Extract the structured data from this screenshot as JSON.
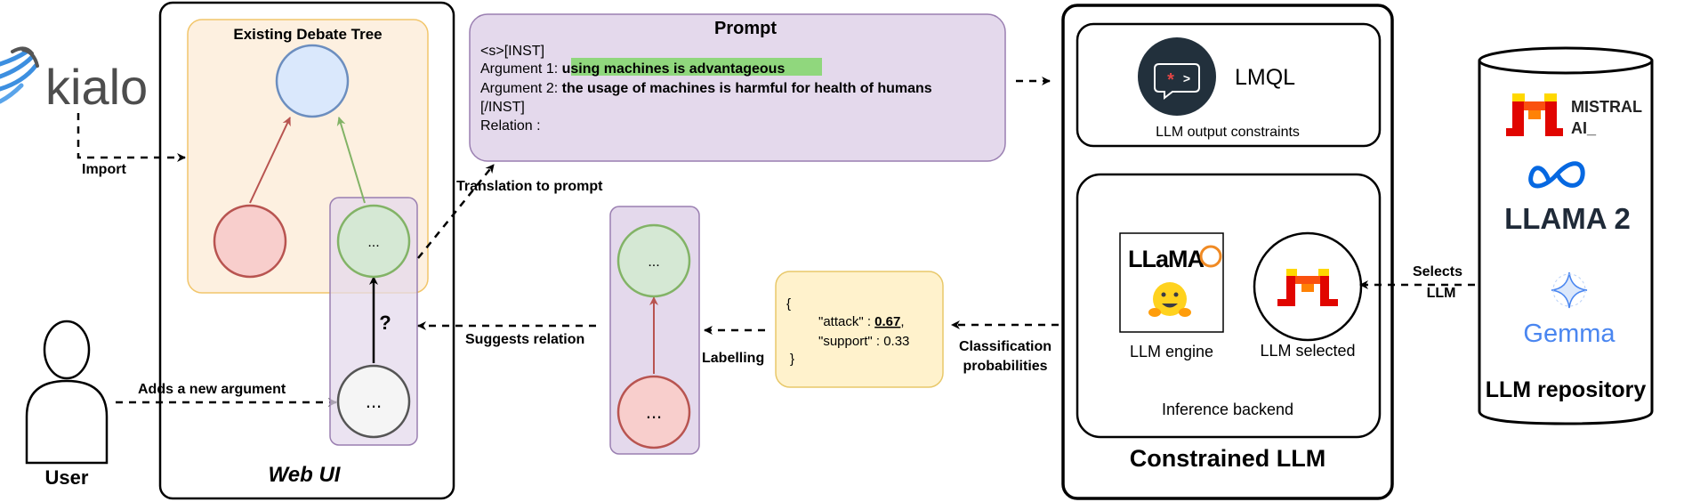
{
  "sources": {
    "kialo_logo": "kialo",
    "import_label": "Import",
    "user_label": "User",
    "adds_argument_label": "Adds a new argument"
  },
  "web_ui": {
    "title": "Web UI",
    "debate_tree_title": "Existing Debate Tree",
    "node_new_text": "...",
    "node_selected_text": "...",
    "question_mark": "?",
    "suggests_relation_label": "Suggests relation",
    "translation_label": "Translation to prompt"
  },
  "prompt": {
    "title": "Prompt",
    "line1": "<s>[INST]",
    "arg1_prefix": "Argument 1: ",
    "arg1_text": "using machines is advantageous",
    "arg2_prefix": "Argument 2: ",
    "arg2_text": "the usage of machines is harmful for health of humans",
    "line4": "[/INST]",
    "line5": "Relation :"
  },
  "labelling": {
    "label": "Labelling",
    "top_node_text": "...",
    "bottom_node_text": "..."
  },
  "classification": {
    "open_brace": "{",
    "attack_key": "\"attack\" : ",
    "attack_value": "0.67",
    "attack_comma": ",",
    "support_key": "\"support\"  : ",
    "support_value": "0.33",
    "close_brace": "}",
    "label_line1": "Classification",
    "label_line2": "probabilities"
  },
  "constrained_llm": {
    "title": "Constrained LLM",
    "lmql_label": "LMQL",
    "lmql_caption": "LLM output constraints",
    "engine_logo_text": "LLaMA",
    "engine_label": "LLM engine",
    "selected_label": "LLM selected",
    "backend_label": "Inference backend"
  },
  "repository": {
    "title": "LLM repository",
    "mistral_line1": "MISTRAL",
    "mistral_line2": "AI_",
    "llama_label": "LLAMA 2",
    "gemma_label": "Gemma",
    "selects_line1": "Selects",
    "selects_line2": "LLM"
  },
  "colors": {
    "debate_tree_fill": "#fdf0e0",
    "debate_tree_stroke": "#f2c66b",
    "purple_fill": "#e4d9ec",
    "purple_stroke": "#9a7fb1",
    "blue_node": "#dae8fc",
    "blue_stroke": "#6c8ebf",
    "red_node": "#f8cecc",
    "red_stroke": "#b85450",
    "green_node": "#d5e8d4",
    "green_stroke": "#82b366",
    "highlight": "#90d77d",
    "yellow_fill": "#fff2cc",
    "yellow_stroke": "#e8c86a",
    "gemma_blue": "#4a86f0"
  }
}
